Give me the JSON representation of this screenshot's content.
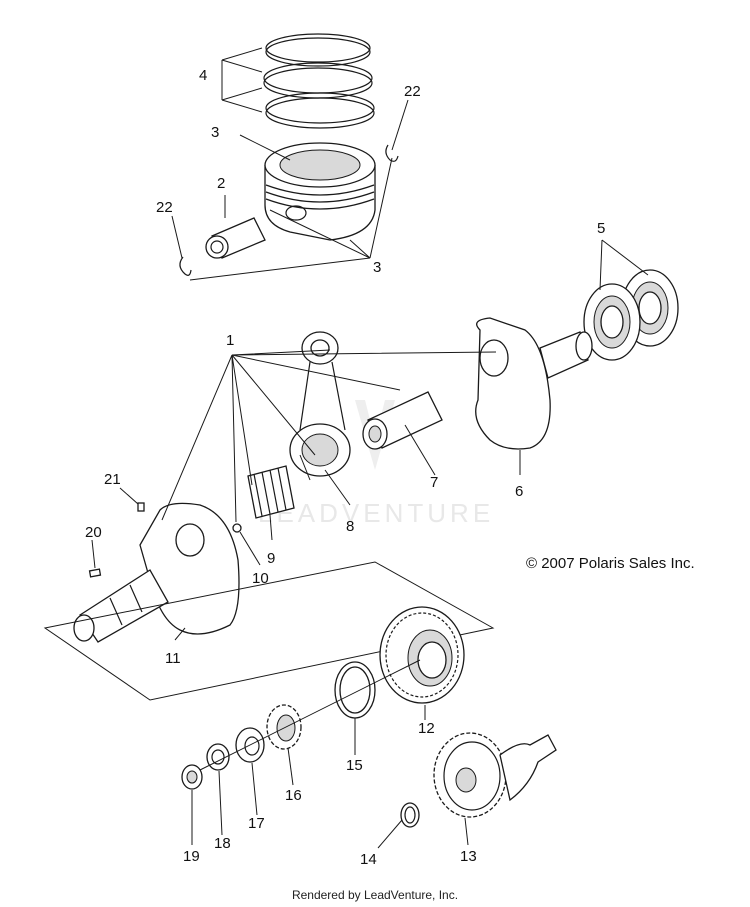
{
  "callouts": {
    "c1": "1",
    "c2": "2",
    "c3a": "3",
    "c3b": "3",
    "c4": "4",
    "c5": "5",
    "c6": "6",
    "c7": "7",
    "c8": "8",
    "c9": "9",
    "c10": "10",
    "c11": "11",
    "c12": "12",
    "c13": "13",
    "c14": "14",
    "c15": "15",
    "c16": "16",
    "c17": "17",
    "c18": "18",
    "c19": "19",
    "c20": "20",
    "c21": "21",
    "c22a": "22",
    "c22b": "22"
  },
  "copyright": "© 2007 Polaris Sales Inc.",
  "watermark": "LEADVENTURE",
  "footer": "Rendered by LeadVenture, Inc."
}
